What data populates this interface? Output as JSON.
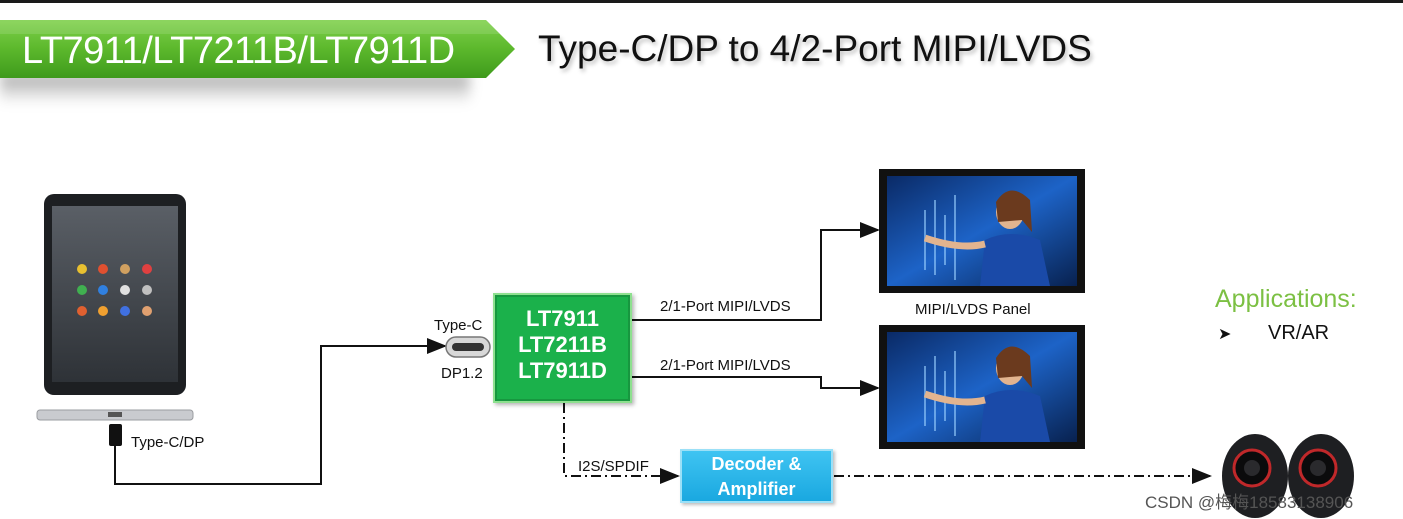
{
  "banner": {
    "part_numbers": "LT7911/LT7211B/LT7911D"
  },
  "title": "Type-C/DP to 4/2-Port MIPI/LVDS",
  "diagram": {
    "source_cable_label": "Type-C/DP",
    "input_port_top": "Type-C",
    "input_port_bottom": "DP1.2",
    "chip_lines": [
      "LT7911",
      "LT7211B",
      "LT7911D"
    ],
    "output_top": "2/1-Port MIPI/LVDS",
    "output_bottom": "2/1-Port MIPI/LVDS",
    "panel_label": "MIPI/LVDS Panel",
    "audio_link": "I2S/SPDIF",
    "decoder_lines": [
      "Decoder &",
      "Amplifier"
    ]
  },
  "applications": {
    "title": "Applications:",
    "items": [
      "VR/AR"
    ]
  },
  "watermark": "CSDN @梅梅18583138906",
  "colors": {
    "banner_green": "#5cb82c",
    "chip_green": "#1bb14b",
    "decoder_blue": "#1aa8e0",
    "apps_green": "#7cc043"
  }
}
